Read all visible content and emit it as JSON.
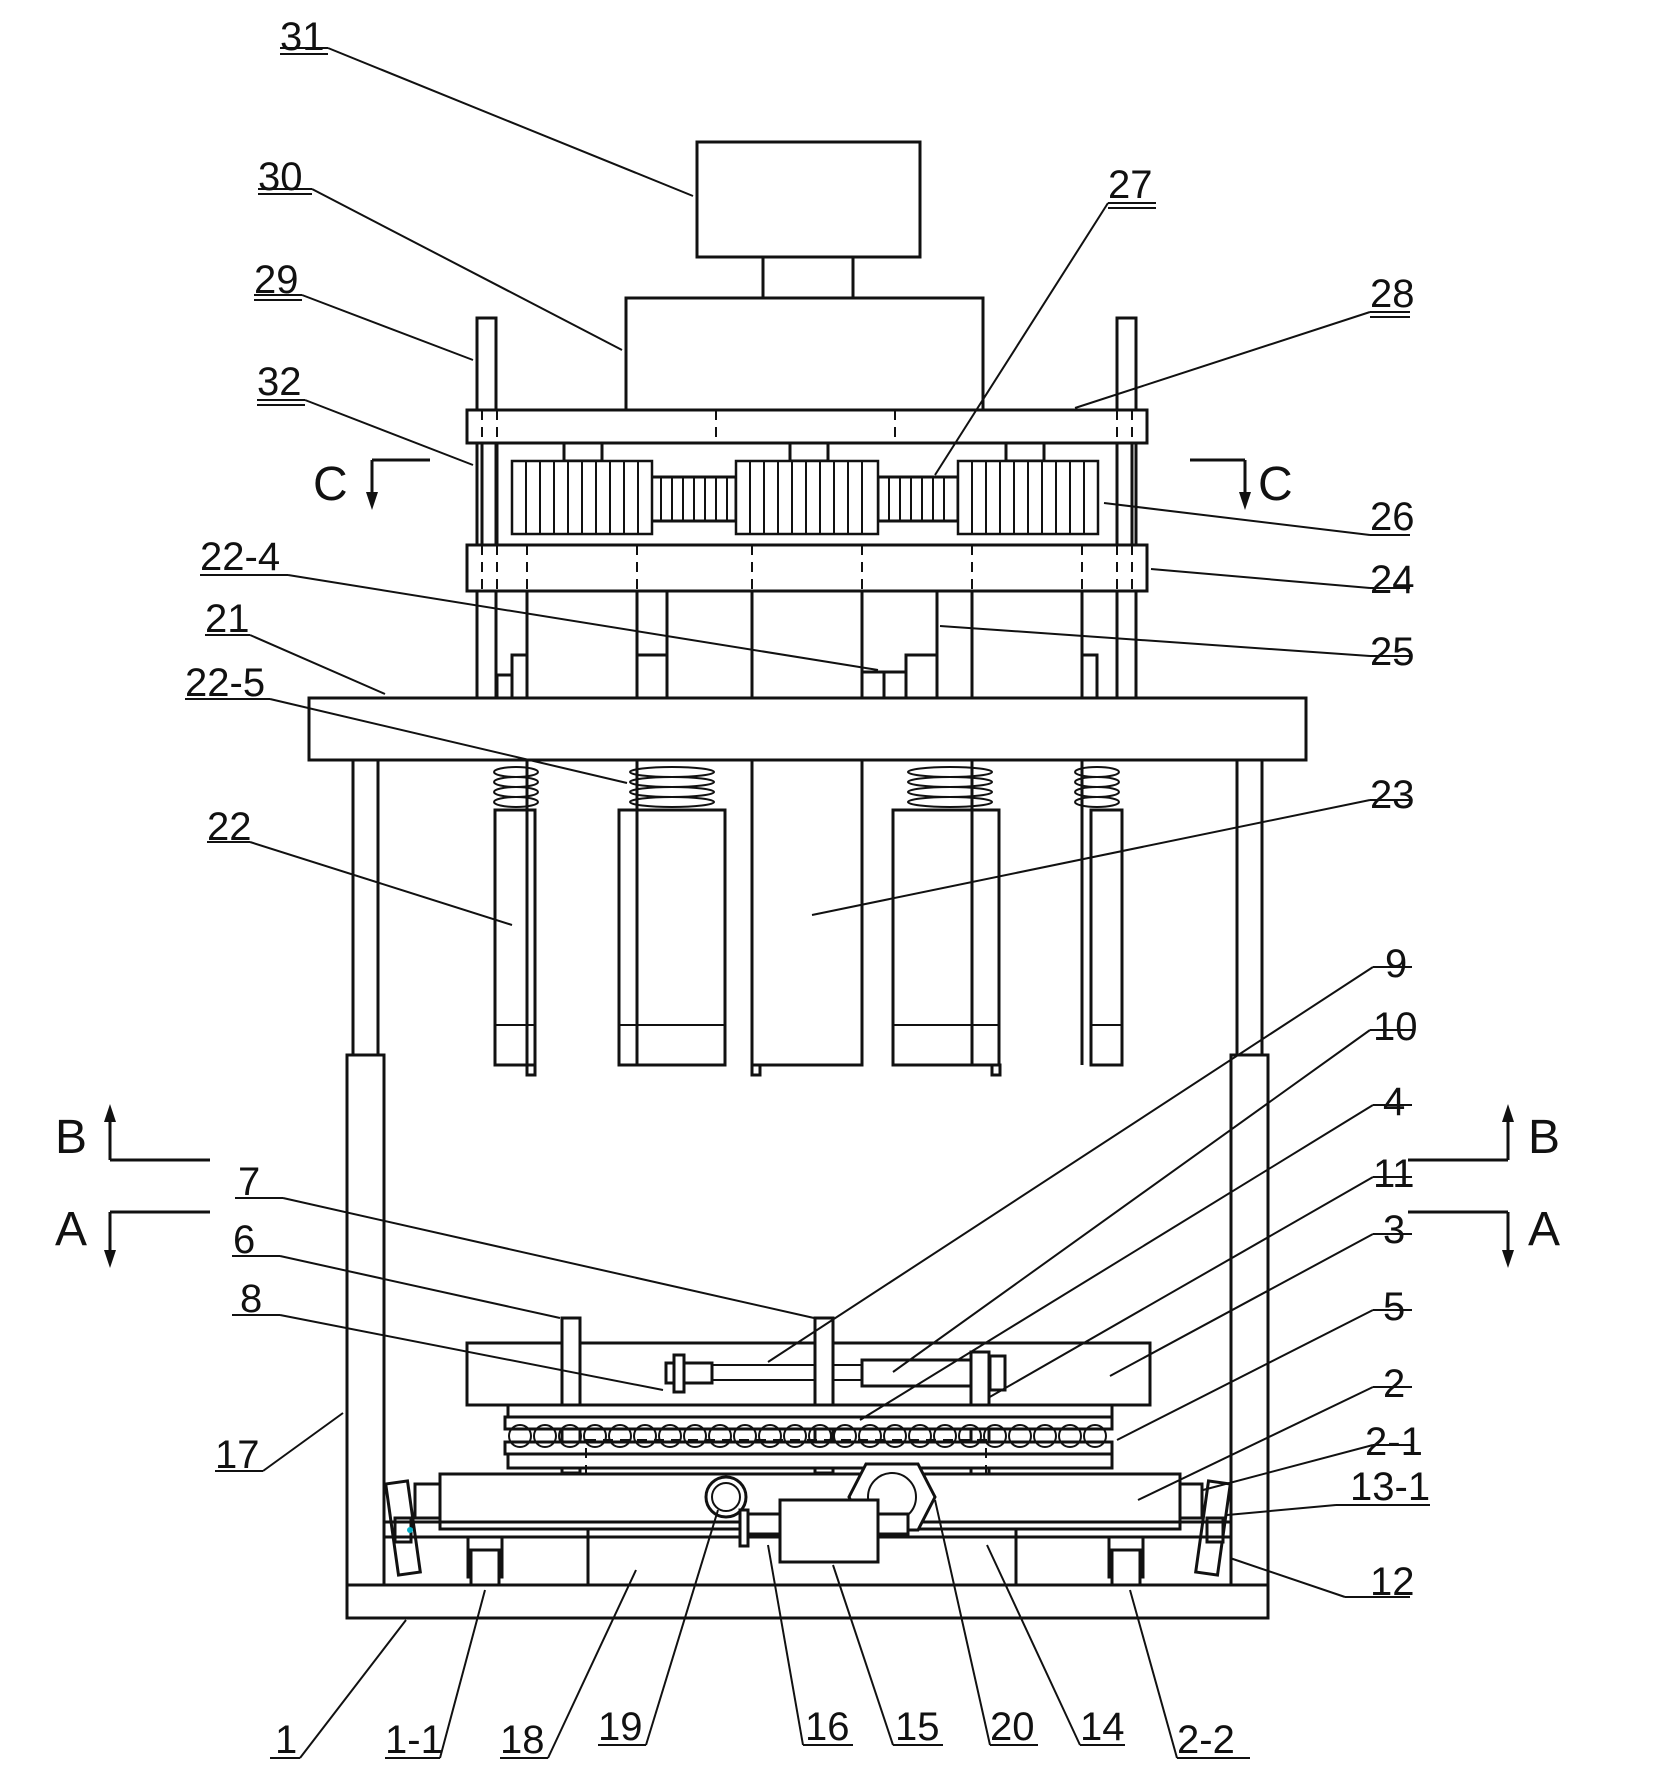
{
  "labels": {
    "l31": "31",
    "l30": "30",
    "l29": "29",
    "l32": "32",
    "l27": "27",
    "l28": "28",
    "l26": "26",
    "l24": "24",
    "l25": "25",
    "l22_4": "22-4",
    "l21": "21",
    "l22_5": "22-5",
    "l22": "22",
    "l23": "23",
    "l9": "9",
    "l10": "10",
    "l4": "4",
    "l11": "11",
    "l3": "3",
    "l5": "5",
    "l7": "7",
    "l6": "6",
    "l8": "8",
    "l2": "2",
    "l2_1": "2-1",
    "l13_1": "13-1",
    "l12": "12",
    "l17": "17",
    "l1": "1",
    "l1_1": "1-1",
    "l18": "18",
    "l19": "19",
    "l16": "16",
    "l15": "15",
    "l20": "20",
    "l14": "14",
    "l2_2": "2-2"
  },
  "sections": {
    "c_left": "C",
    "c_right": "C",
    "b_left": "B",
    "b_right": "B",
    "a_left": "A",
    "a_right": "A"
  },
  "colors": {
    "line": "#111111",
    "background": "#ffffff",
    "accent_dot": "#00b0c8"
  }
}
